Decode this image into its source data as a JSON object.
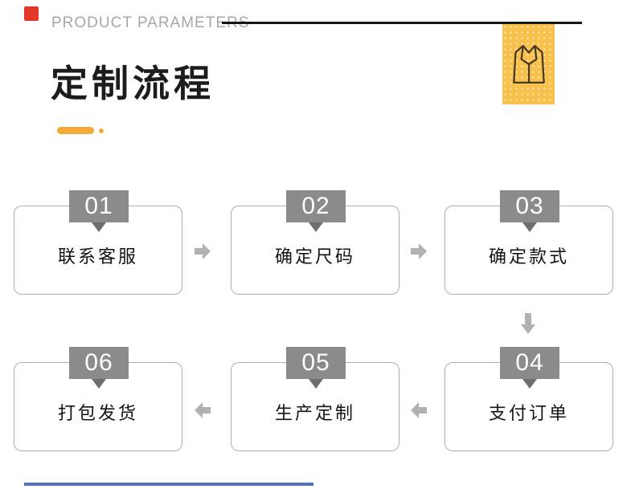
{
  "header": {
    "section_label": "PRODUCT PARAMETERS",
    "title": "定制流程",
    "accent_red": "#e2382c",
    "accent_yellow": "#f3ab37",
    "icon_box_yellow": "#f7c14b",
    "line_black": "#161616",
    "label_gray": "#a7a7a7",
    "bottom_divider_blue": "#5271c4"
  },
  "icons": {
    "top_left_marker": "red-square-icon",
    "top_right": "vest-garment-icon",
    "flow_forward": "block-arrow-right-icon",
    "flow_down": "block-arrow-down-icon",
    "flow_back": "block-arrow-left-icon"
  },
  "flow": {
    "tab_gray": "#8b8b8b",
    "triangle_gray": "#6e6e6e",
    "arrow_gray": "#b1b1b1",
    "box_border_gray": "#aeaeae",
    "steps": [
      {
        "number": "01",
        "label": "联系客服"
      },
      {
        "number": "02",
        "label": "确定尺码"
      },
      {
        "number": "03",
        "label": "确定款式"
      },
      {
        "number": "04",
        "label": "支付订单"
      },
      {
        "number": "05",
        "label": "生产定制"
      },
      {
        "number": "06",
        "label": "打包发货"
      }
    ]
  }
}
